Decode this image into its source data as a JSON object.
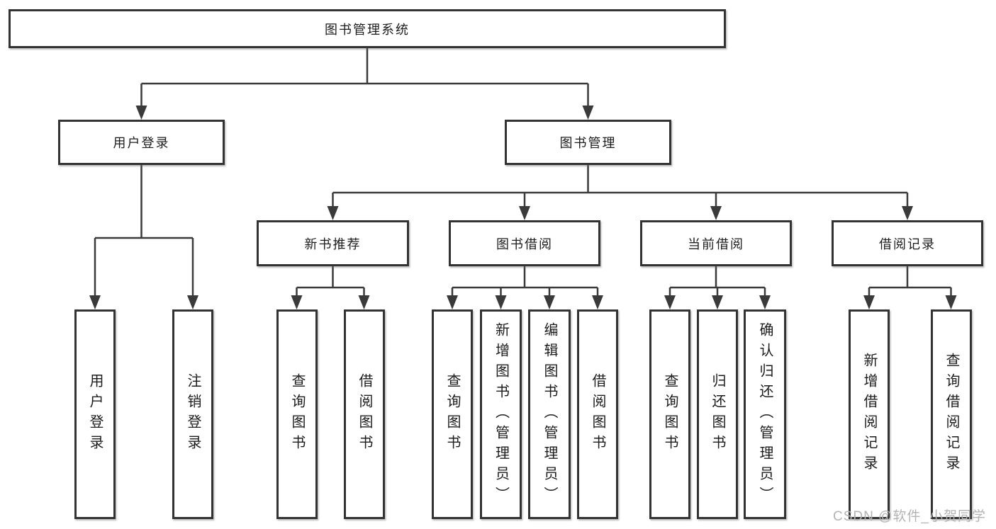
{
  "diagram": {
    "type": "hierarchy-tree",
    "title": "图书管理系统"
  },
  "tree": {
    "label": "图书管理系统",
    "children": [
      {
        "label": "用户登录",
        "children": [
          {
            "label": "用户登录"
          },
          {
            "label": "注销登录"
          }
        ]
      },
      {
        "label": "图书管理",
        "children": [
          {
            "label": "新书推荐",
            "children": [
              {
                "label": "查询图书"
              },
              {
                "label": "借阅图书"
              }
            ]
          },
          {
            "label": "图书借阅",
            "children": [
              {
                "label": "查询图书"
              },
              {
                "label": "新增图书（管理员）"
              },
              {
                "label": "编辑图书（管理员）"
              },
              {
                "label": "借阅图书"
              }
            ]
          },
          {
            "label": "当前借阅",
            "children": [
              {
                "label": "查询图书"
              },
              {
                "label": "归还图书"
              },
              {
                "label": "确认归还（管理员）"
              }
            ]
          },
          {
            "label": "借阅记录",
            "children": [
              {
                "label": "新增借阅记录"
              },
              {
                "label": "查询借阅记录"
              }
            ]
          }
        ]
      }
    ]
  },
  "watermark": "CSDN @软件_小贺同学",
  "colors": {
    "line": "#3a3a3a",
    "border": "#333333",
    "text": "#1c1c1c",
    "background": "#ffffff",
    "watermark": "#b3b3b3"
  }
}
